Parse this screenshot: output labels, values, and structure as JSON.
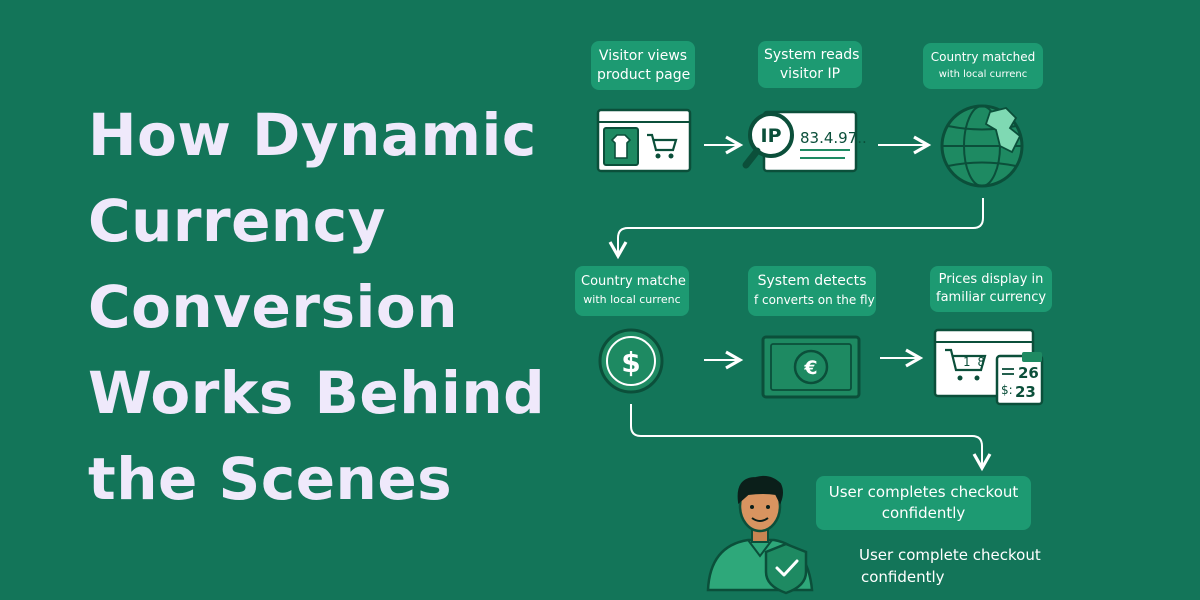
{
  "title_lines": [
    "How Dynamic",
    "Currency",
    "Conversion",
    "Works Behind",
    "the Scenes"
  ],
  "steps": [
    {
      "line1": "Visitor views",
      "line2": "product page"
    },
    {
      "line1": "System reads",
      "line2": "visitor IP"
    },
    {
      "line1": "Country matched",
      "line2": "with local currenc"
    },
    {
      "line1": "Country matche",
      "line2": "with local currenc"
    },
    {
      "line1": "System detects",
      "line2": "f converts on the fly"
    },
    {
      "line1": "Prices display in",
      "line2": "familiar currency"
    }
  ],
  "checkout": {
    "box_line1": "User completes checkout",
    "box_line2": "confidently",
    "caption_line1": "User complete checkout",
    "caption_line2": "confidently"
  },
  "ip_screen": {
    "badge": "IP",
    "address": "83.4.97.."
  },
  "price_card": {
    "cart_digits": "1 8",
    "value_top": "26",
    "value_bottom": "23",
    "symbol": "$:"
  },
  "icons": {
    "browser": "browser-product-icon",
    "ip": "ip-magnifier-icon",
    "globe": "globe-icon",
    "dollar": "dollar-coin-icon",
    "euro": "euro-banknote-icon",
    "prices": "price-display-icon",
    "user": "user-avatar-icon",
    "shield": "shield-check-icon"
  },
  "colors": {
    "background": "#137559",
    "label_fill": "#1d9a72",
    "title_text": "#efe9fb",
    "connector": "#ffffff",
    "icon_dark": "#0b4f3a",
    "icon_green": "#1e8a62"
  }
}
